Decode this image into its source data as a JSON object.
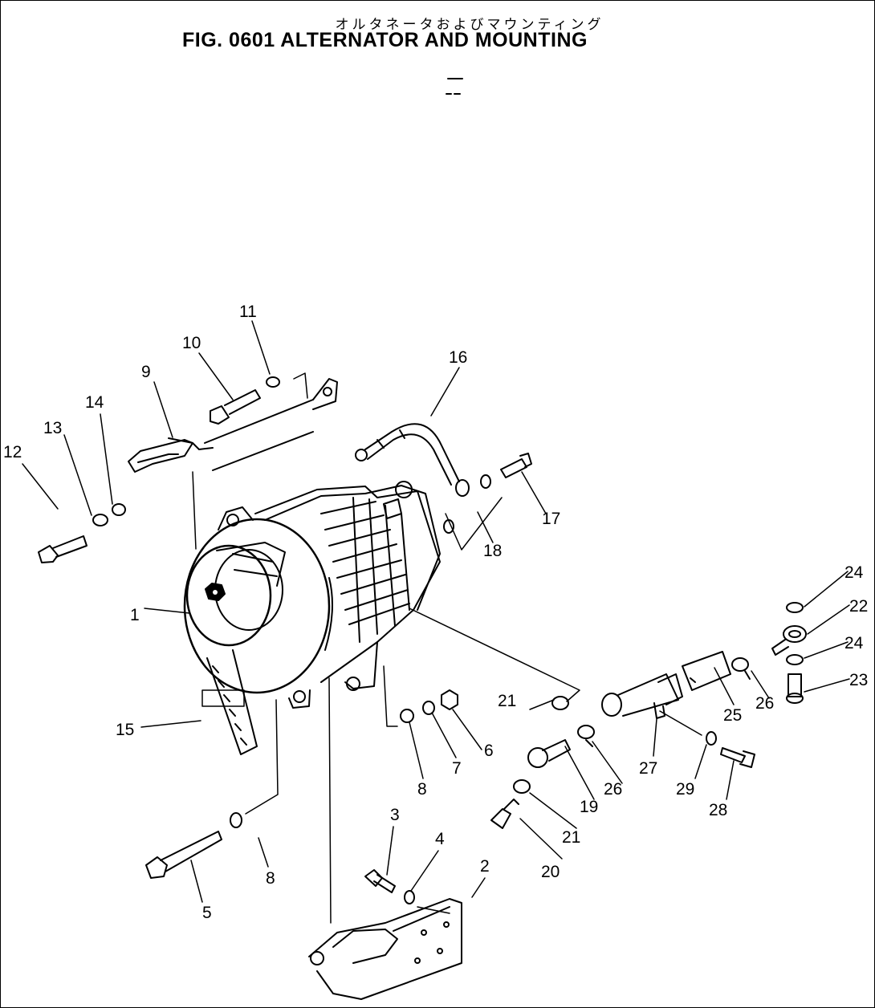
{
  "figure": {
    "title_jp": "オルタネータおよびマウンティング",
    "title_en": "FIG. 0601  ALTERNATOR AND MOUNTING"
  },
  "callouts": [
    {
      "id": "c1",
      "text": "1"
    },
    {
      "id": "c2",
      "text": "2"
    },
    {
      "id": "c3",
      "text": "3"
    },
    {
      "id": "c4",
      "text": "4"
    },
    {
      "id": "c5",
      "text": "5"
    },
    {
      "id": "c6",
      "text": "6"
    },
    {
      "id": "c7",
      "text": "7"
    },
    {
      "id": "c8a",
      "text": "8"
    },
    {
      "id": "c8b",
      "text": "8"
    },
    {
      "id": "c9",
      "text": "9"
    },
    {
      "id": "c10",
      "text": "10"
    },
    {
      "id": "c11",
      "text": "11"
    },
    {
      "id": "c12",
      "text": "12"
    },
    {
      "id": "c13",
      "text": "13"
    },
    {
      "id": "c14",
      "text": "14"
    },
    {
      "id": "c15",
      "text": "15"
    },
    {
      "id": "c16",
      "text": "16"
    },
    {
      "id": "c17",
      "text": "17"
    },
    {
      "id": "c18",
      "text": "18"
    },
    {
      "id": "c19",
      "text": "19"
    },
    {
      "id": "c20",
      "text": "20"
    },
    {
      "id": "c21a",
      "text": "21"
    },
    {
      "id": "c21b",
      "text": "21"
    },
    {
      "id": "c22",
      "text": "22"
    },
    {
      "id": "c23",
      "text": "23"
    },
    {
      "id": "c24a",
      "text": "24"
    },
    {
      "id": "c24b",
      "text": "24"
    },
    {
      "id": "c25",
      "text": "25"
    },
    {
      "id": "c26a",
      "text": "26"
    },
    {
      "id": "c26b",
      "text": "26"
    },
    {
      "id": "c27",
      "text": "27"
    },
    {
      "id": "c28",
      "text": "28"
    },
    {
      "id": "c29",
      "text": "29"
    }
  ]
}
